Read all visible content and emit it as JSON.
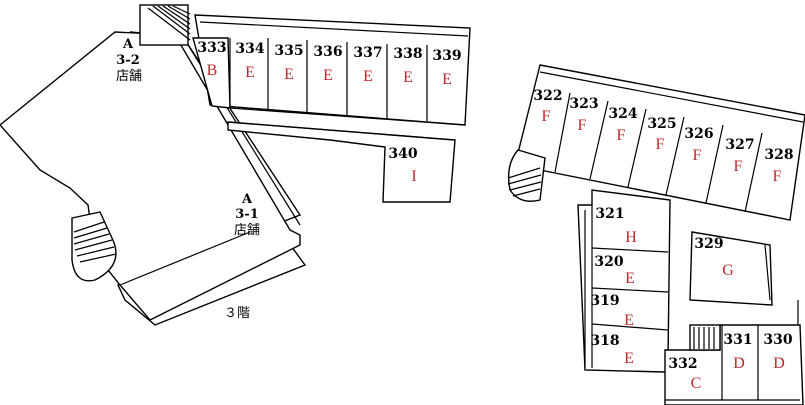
{
  "floor_label": "３階",
  "shops": [
    {
      "id": "shop-3-2",
      "block": "A",
      "number": "3-2",
      "label": "店舗"
    },
    {
      "id": "shop-3-1",
      "block": "A",
      "number": "3-1",
      "label": "店舗"
    }
  ],
  "units": [
    {
      "num": "333",
      "type": "B"
    },
    {
      "num": "334",
      "type": "E"
    },
    {
      "num": "335",
      "type": "E"
    },
    {
      "num": "336",
      "type": "E"
    },
    {
      "num": "337",
      "type": "E"
    },
    {
      "num": "338",
      "type": "E"
    },
    {
      "num": "339",
      "type": "E"
    },
    {
      "num": "340",
      "type": "I"
    },
    {
      "num": "322",
      "type": "F"
    },
    {
      "num": "323",
      "type": "F"
    },
    {
      "num": "324",
      "type": "F"
    },
    {
      "num": "325",
      "type": "F"
    },
    {
      "num": "326",
      "type": "F"
    },
    {
      "num": "327",
      "type": "F"
    },
    {
      "num": "328",
      "type": "F"
    },
    {
      "num": "321",
      "type": "H"
    },
    {
      "num": "320",
      "type": "E"
    },
    {
      "num": "319",
      "type": "E"
    },
    {
      "num": "318",
      "type": "E"
    },
    {
      "num": "329",
      "type": "G"
    },
    {
      "num": "332",
      "type": "C"
    },
    {
      "num": "331",
      "type": "D"
    },
    {
      "num": "330",
      "type": "D"
    }
  ]
}
